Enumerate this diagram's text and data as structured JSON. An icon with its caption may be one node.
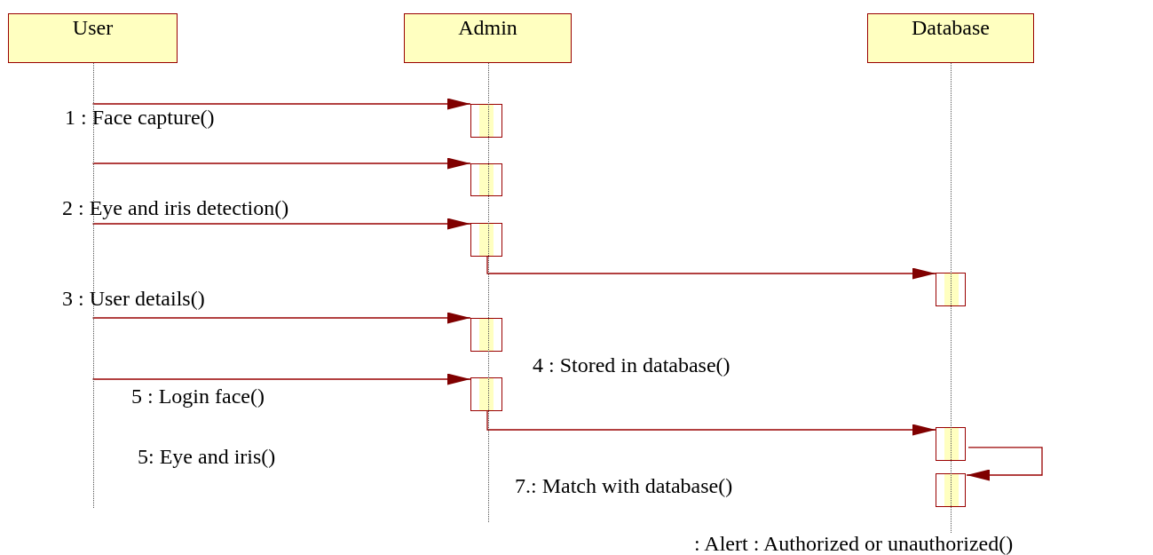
{
  "diagram": {
    "nodes": [
      {
        "text": [
          "User"
        ]
      },
      {
        "text": [
          "Admin"
        ]
      },
      {
        "text": [
          "Database"
        ]
      },
      {
        "text": [],
        "shape": "box",
        "in": 1
      },
      {
        "text": [],
        "shape": "box",
        "in": 1
      },
      {
        "text": [],
        "shape": "box",
        "in": 1
      },
      {
        "text": [],
        "shape": "box",
        "in": 1
      },
      {
        "text": [],
        "shape": "box",
        "in": 1
      },
      {
        "text": [],
        "shape": "box",
        "in": 2
      },
      {
        "text": [],
        "shape": "box",
        "in": 2
      },
      {
        "text": [],
        "shape": "box",
        "in": 2
      }
    ],
    "edges": [
      {
        "from": 0,
        "to": 3,
        "arrow": "to"
      },
      {
        "from": 0,
        "to": 4,
        "arrow": "to"
      },
      {
        "from": 0,
        "to": 5,
        "arrow": "to"
      },
      {
        "from": 5,
        "to": 8,
        "arrow": "to"
      },
      {
        "from": 0,
        "to": 6,
        "arrow": "to"
      },
      {
        "from": 0,
        "to": 7,
        "arrow": "to"
      },
      {
        "from": 7,
        "to": 9,
        "arrow": "to"
      },
      {
        "from": 9,
        "to": 10,
        "arrow": "to"
      }
    ],
    "labels": [
      "1 : Face capture()",
      "2 : Eye and iris detection()",
      "3 : User details()",
      "4 : Stored in database()",
      "5 : Login face()",
      "5: Eye and iris()",
      "7.: Match with database()",
      ": Alert : Authorized or unauthorized()"
    ]
  }
}
